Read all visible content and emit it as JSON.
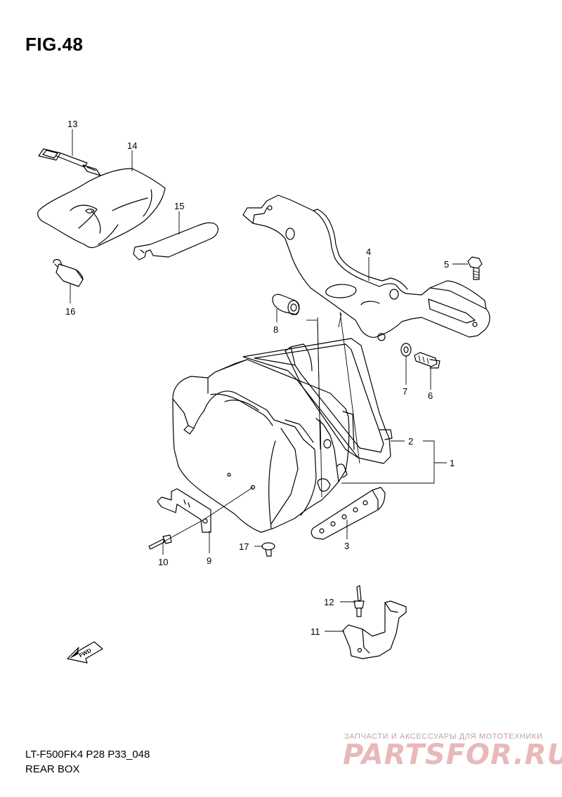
{
  "figure": {
    "title": "FIG.48"
  },
  "footer": {
    "model_code": "LT-F500FK4 P28 P33_048",
    "section_name": "REAR BOX"
  },
  "watermark": {
    "subtitle": "ЗАПЧАСТИ И АКСЕССУАРЫ ДЛЯ МОТОТЕХНИКИ",
    "brand": "PARTSFOR.RU"
  },
  "direction_marker": {
    "label": "FWD"
  },
  "callouts": {
    "c1": "1",
    "c2": "2",
    "c3": "3",
    "c4": "4",
    "c5": "5",
    "c6": "6",
    "c7": "7",
    "c8": "8",
    "c9": "9",
    "c10": "10",
    "c11": "11",
    "c12": "12",
    "c13": "13",
    "c14": "14",
    "c15": "15",
    "c16": "16",
    "c17": "17"
  }
}
